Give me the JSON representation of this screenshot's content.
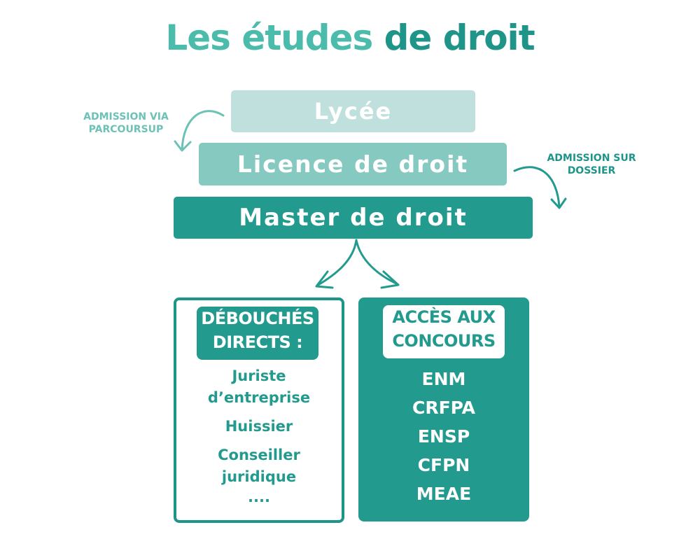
{
  "title": {
    "part1": "Les études",
    "part2": "de droit"
  },
  "stages": {
    "lycee": "Lycée",
    "licence": "Licence de droit",
    "master": "Master de droit"
  },
  "admission_left": {
    "line1": "ADMISSION VIA",
    "line2": "PARCOURSUP"
  },
  "admission_right": {
    "line1": "ADMISSION SUR",
    "line2": "DOSSIER"
  },
  "debouches": {
    "heading_line1": "DÉBOUCHÉS",
    "heading_line2": "DIRECTS :",
    "items": [
      [
        "Juriste",
        "d’entreprise"
      ],
      [
        "Huissier"
      ],
      [
        "Conseiller",
        "juridique"
      ]
    ],
    "ellipsis": "...."
  },
  "concours": {
    "heading_line1": "ACCÈS AUX",
    "heading_line2": "CONCOURS",
    "items": [
      "ENM",
      "CRFPA",
      "ENSP",
      "CFPN",
      "MEAE"
    ]
  },
  "colors": {
    "teal_dark": "#239a8e",
    "teal_mid": "#86c9c0",
    "teal_light": "#bfe0dd",
    "title_light": "#4bbcab"
  }
}
